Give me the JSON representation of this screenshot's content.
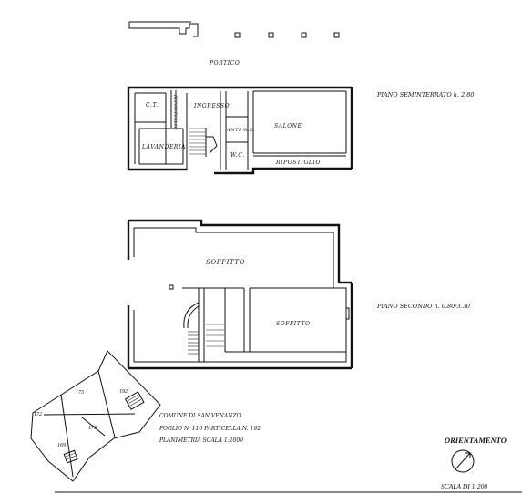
{
  "top_floor": {
    "portico": "PORTICO",
    "ct": "C.T.",
    "ingresso": "INGRESSO",
    "ripostiglio_small": "RIPOSTIGLIO",
    "lavanderia": "LAVANDERIA",
    "anti_wc": "ANTI W.C.",
    "wc": "W.C.",
    "salone": "SALONE",
    "ripostiglio": "RIPOSTIGLIO",
    "floor_note": "PIANO SEMINTERRATO h. 2.80"
  },
  "bottom_floor": {
    "soffitto_main": "SOFFITTO",
    "soffitto_room": "SOFFITTO",
    "floor_note": "PIANO SECONDO h. 0.80/3.30"
  },
  "cadastral": {
    "parcels": [
      "173",
      "192",
      "172",
      "170",
      "169"
    ],
    "note_line1": "COMUNE DI SAN VENANZO",
    "note_line2": "FOGLIO N. 116 PARTICELLA N. 192",
    "note_line3": "PLANIMETRIA SCALA 1:2000"
  },
  "orientation": {
    "title": "ORIENTAMENTO",
    "scale": "SCALA DI 1:200"
  }
}
